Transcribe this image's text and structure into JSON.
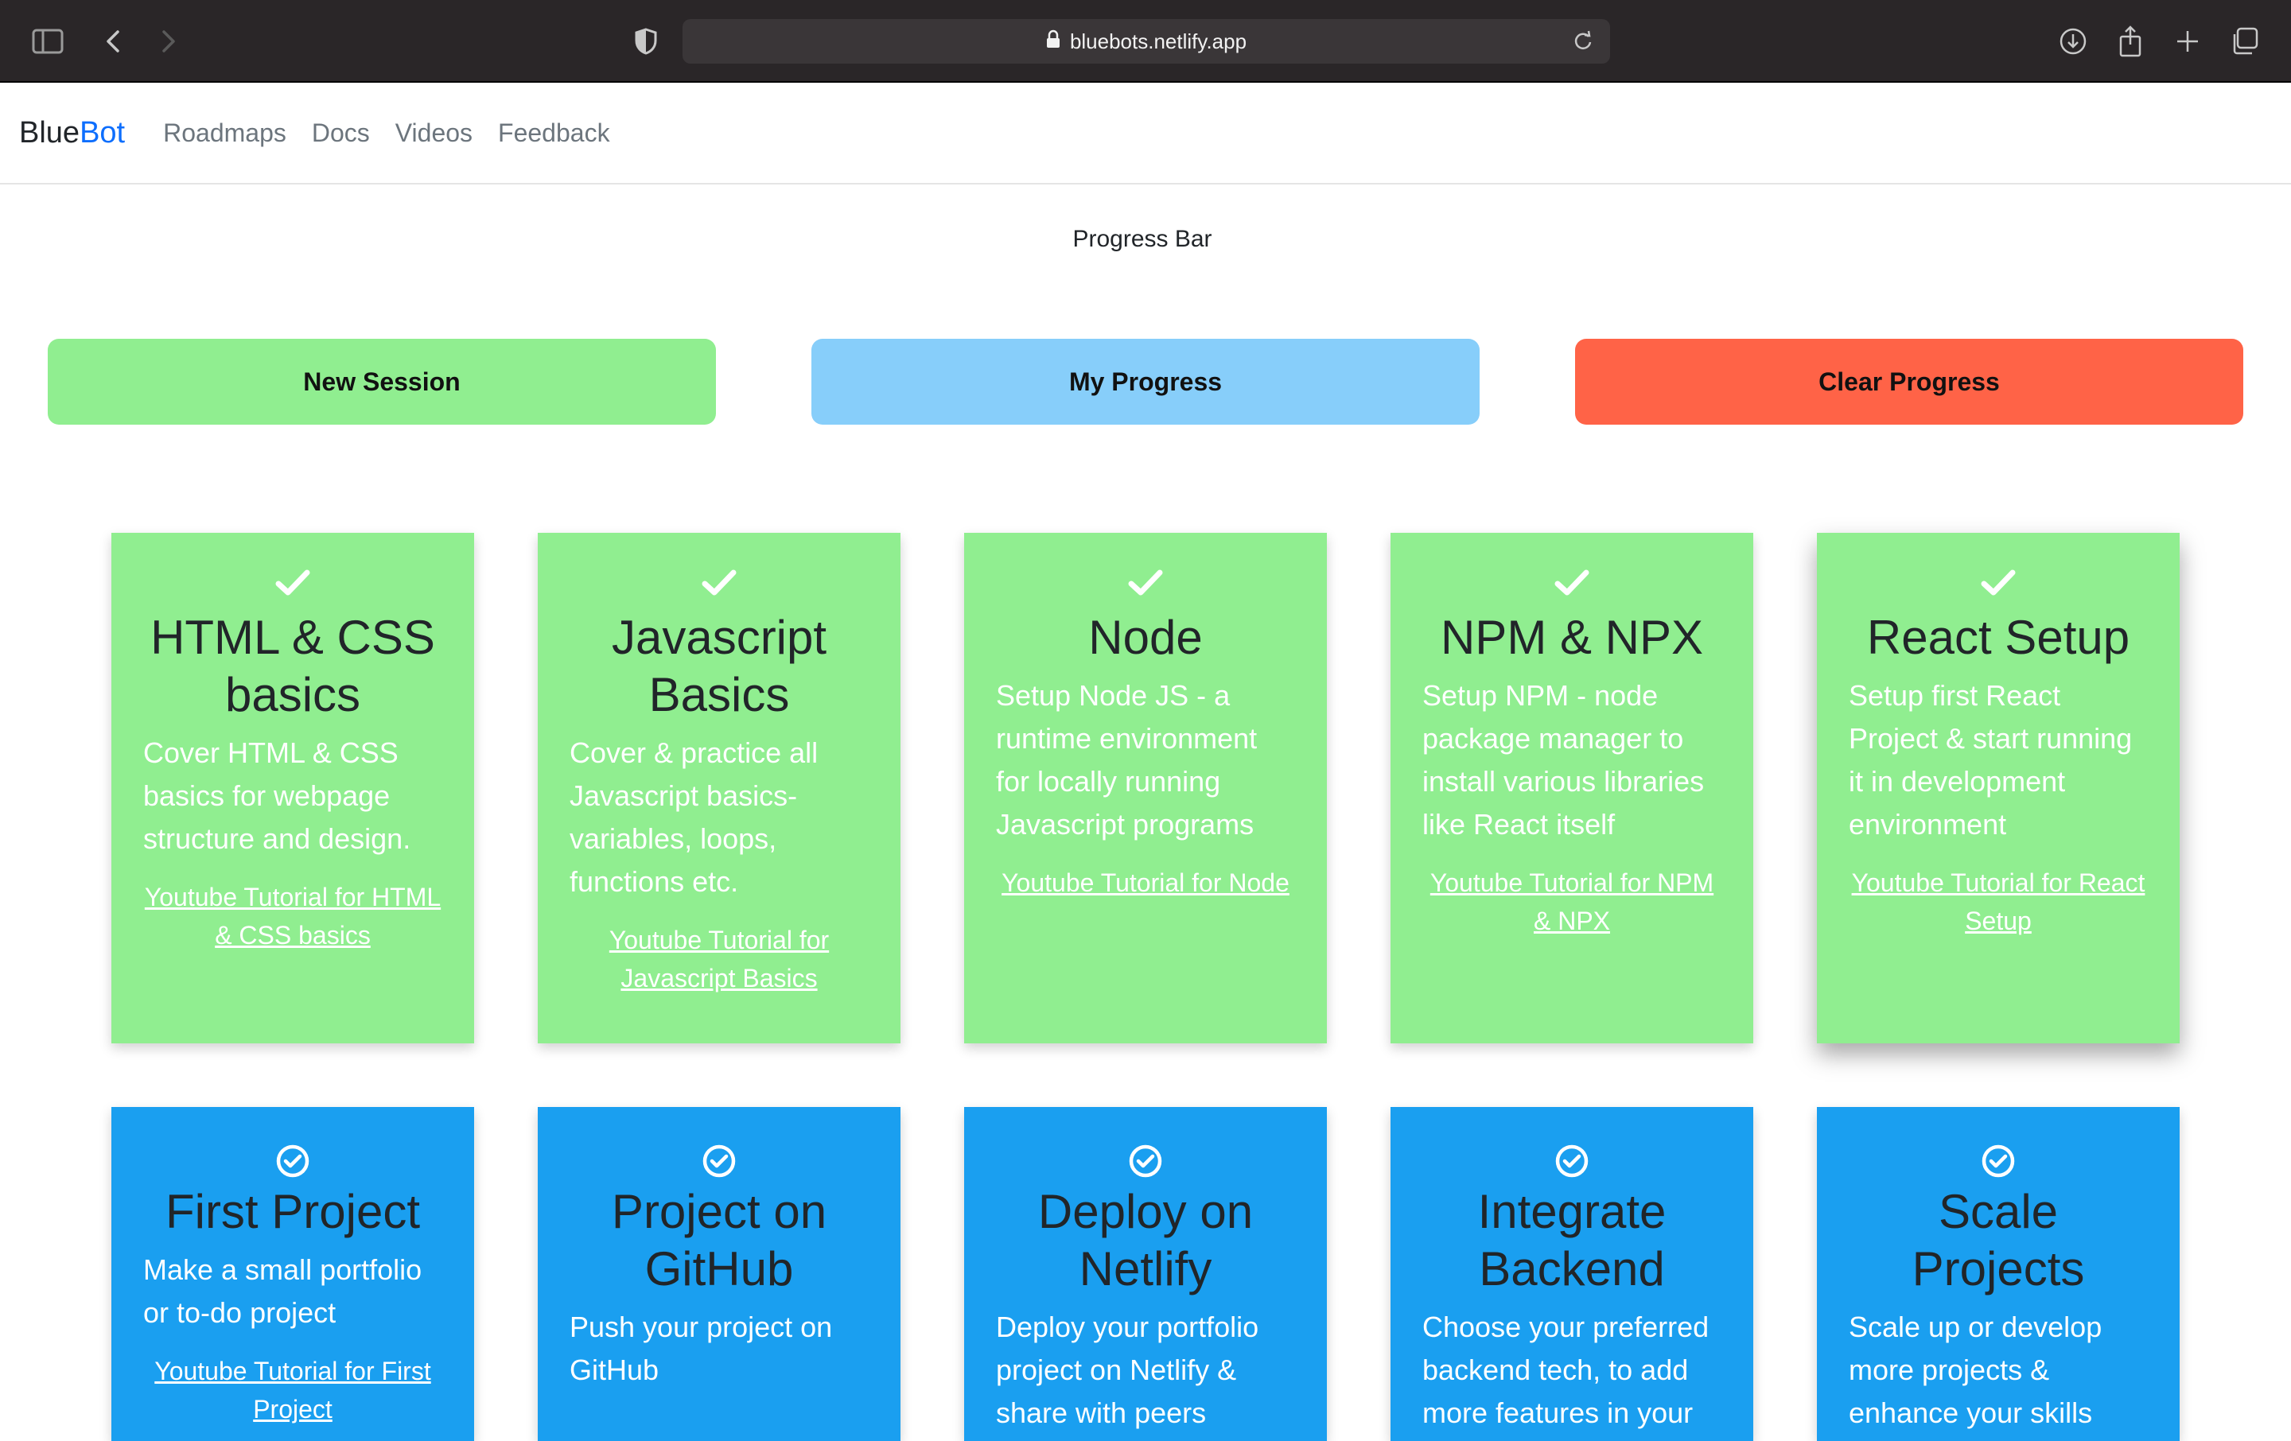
{
  "browser": {
    "url": "bluebots.netlify.app"
  },
  "nav": {
    "brand_main": "Blue",
    "brand_accent": "Bot",
    "links": [
      "Roadmaps",
      "Docs",
      "Videos",
      "Feedback"
    ]
  },
  "heading": "Progress Bar",
  "buttons": {
    "new_session": "New Session",
    "my_progress": "My Progress",
    "clear_progress": "Clear Progress"
  },
  "cards_completed": [
    {
      "title": "HTML & CSS basics",
      "description": "Cover HTML & CSS basics for webpage structure and design.",
      "link": "Youtube Tutorial for HTML & CSS basics"
    },
    {
      "title": "Javascript Basics",
      "description": "Cover & practice all Javascript basics- variables, loops, functions etc.",
      "link": "Youtube Tutorial for Javascript Basics"
    },
    {
      "title": "Node",
      "description": "Setup Node JS - a runtime environment for locally running Javascript programs",
      "link": "Youtube Tutorial for Node"
    },
    {
      "title": "NPM & NPX",
      "description": "Setup NPM - node package manager to install various libraries like React itself",
      "link": "Youtube Tutorial for NPM & NPX"
    },
    {
      "title": "React Setup",
      "description": "Setup first React Project & start running it in development environment",
      "link": "Youtube Tutorial for React Setup"
    }
  ],
  "cards_pending": [
    {
      "title": "First Project",
      "description": "Make a small portfolio or to-do project",
      "link": "Youtube Tutorial for First Project"
    },
    {
      "title": "Project on GitHub",
      "description": "Push your project on GitHub",
      "link": ""
    },
    {
      "title": "Deploy on Netlify",
      "description": "Deploy your portfolio project on Netlify & share with peers",
      "link": ""
    },
    {
      "title": "Integrate Backend",
      "description": "Choose your preferred backend tech, to add more features in your",
      "link": ""
    },
    {
      "title": "Scale Projects",
      "description": "Scale up or develop more projects & enhance your skills",
      "link": ""
    }
  ],
  "colors": {
    "completed": "#90ee90",
    "pending": "#1a9ff0",
    "new_session": "#90ee90",
    "my_progress": "#87cefa",
    "clear_progress": "#ff6347"
  }
}
